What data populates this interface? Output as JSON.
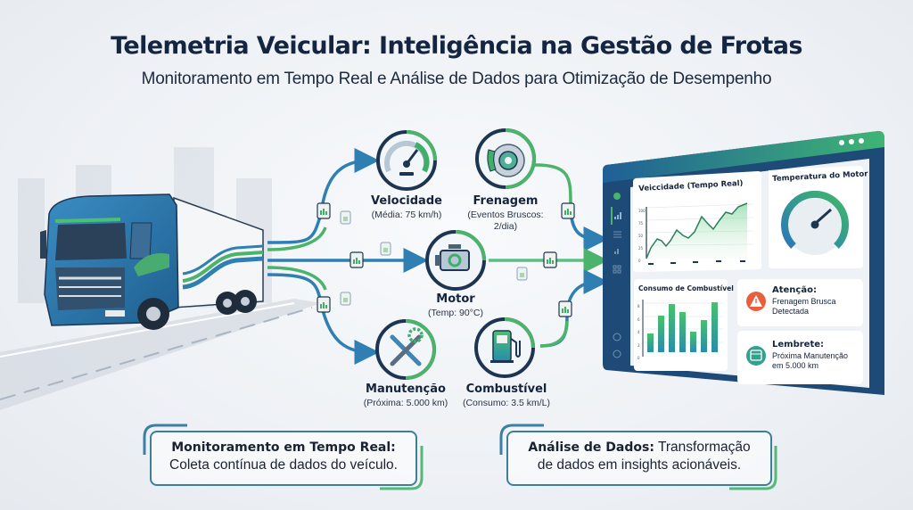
{
  "header": {
    "title": "Telemetria Veicular: Inteligência na Gestão de Frotas",
    "subtitle": "Monitoramento em Tempo Real e Análise de Dados para Otimização de Desempenho"
  },
  "colors": {
    "title": "#142542",
    "blue": "#2f7fb3",
    "green": "#4bb36a",
    "dark_navy": "#1d3550",
    "background": "#eef1f5"
  },
  "nodes": [
    {
      "id": "velocidade",
      "icon": "speedometer-icon",
      "label": "Velocidade",
      "detail": "(Média: 75 km/h)"
    },
    {
      "id": "frenagem",
      "icon": "brake-disc-icon",
      "label": "Frenagem",
      "detail_line1": "(Eventos Bruscos:",
      "detail_line2": "2/dia)"
    },
    {
      "id": "motor",
      "icon": "engine-icon",
      "label": "Motor",
      "detail": "(Temp: 90°C)"
    },
    {
      "id": "manutencao",
      "icon": "wrench-gear-icon",
      "label": "Manutenção",
      "detail": "(Próxima: 5.000 km)"
    },
    {
      "id": "combustivel",
      "icon": "fuel-pump-icon",
      "label": "Combustível",
      "detail": "(Consumo: 3.5 km/L)"
    }
  ],
  "dashboard": {
    "window_dots": 3,
    "sidebar_icons": [
      "status-dot-icon",
      "bar-chart-icon",
      "list-icon",
      "signal-icon",
      "grid-icon",
      "settings-icon",
      "check-icon"
    ],
    "speed_panel": {
      "title": "Veiccidade (Tempo Real)",
      "y_ticks": [
        "100",
        "75",
        "50",
        "25",
        "0"
      ]
    },
    "temp_panel": {
      "title": "Temperatura do Motor"
    },
    "fuel_panel": {
      "title": "Consumo de Combustível",
      "y_ticks": [
        "8",
        "6",
        "4",
        "2",
        "0"
      ]
    },
    "alert": {
      "title": "Atenção:",
      "line1": "Frenagem Brusca",
      "line2": "Detectada"
    },
    "reminder": {
      "title": "Lembrete:",
      "line1": "Próxima Manutenção",
      "line2": "em 5.000 km"
    }
  },
  "chart_data": [
    {
      "type": "line",
      "title": "Veiccidade (Tempo Real)",
      "x": [
        0,
        1,
        2,
        3,
        4,
        5,
        6,
        7,
        8,
        9,
        10,
        11,
        12,
        13,
        14,
        15,
        16
      ],
      "values": [
        2,
        30,
        38,
        33,
        40,
        55,
        45,
        42,
        60,
        82,
        75,
        65,
        80,
        88,
        83,
        92,
        100
      ],
      "ylim": [
        0,
        100
      ],
      "y_ticks": [
        0,
        25,
        50,
        75,
        100
      ]
    },
    {
      "type": "bar",
      "title": "Consumo de Combustível",
      "categories": [
        "1",
        "2",
        "3",
        "4",
        "5",
        "6",
        "7"
      ],
      "values": [
        2.6,
        5.5,
        7.3,
        6.0,
        2.9,
        4.8,
        7.7
      ],
      "ylim": [
        0,
        8
      ],
      "y_ticks": [
        0,
        2,
        4,
        6,
        8
      ]
    }
  ],
  "cards": [
    {
      "title": "Monitoramento em Tempo Real:",
      "text": "Coleta contínua de dados do veículo."
    },
    {
      "title": "Análise de Dados:",
      "text_line1": " Transformação",
      "text_line2": "de dados em insights acionáveis."
    }
  ]
}
